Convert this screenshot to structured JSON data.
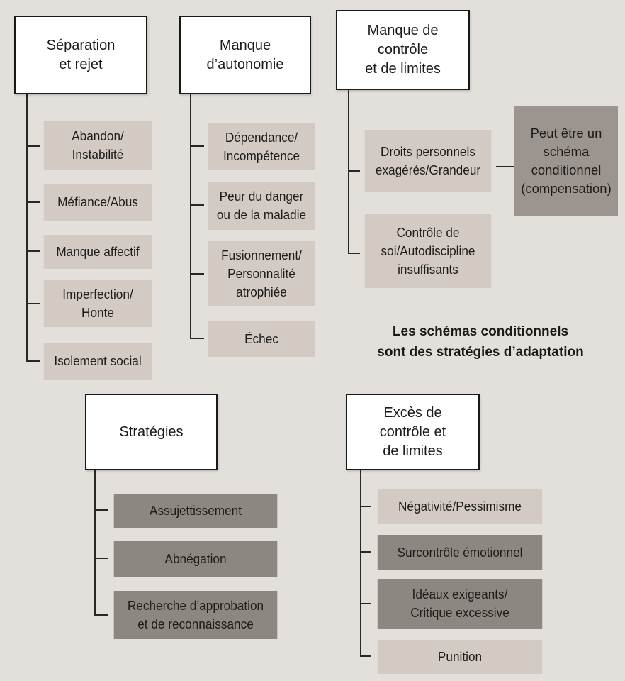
{
  "groups": [
    {
      "title": "Séparation\net rejet",
      "items": [
        {
          "label": "Abandon/\nInstabilité",
          "shade": "light"
        },
        {
          "label": "Méfiance/Abus",
          "shade": "light"
        },
        {
          "label": "Manque affectif",
          "shade": "light"
        },
        {
          "label": "Imperfection/\nHonte",
          "shade": "light"
        },
        {
          "label": "Isolement social",
          "shade": "light"
        }
      ]
    },
    {
      "title": "Manque\nd’autonomie",
      "items": [
        {
          "label": "Dépendance/\nIncompétence",
          "shade": "light"
        },
        {
          "label": "Peur du danger\nou de la maladie",
          "shade": "light"
        },
        {
          "label": "Fusionnement/\nPersonnalité\natrophiée",
          "shade": "light"
        },
        {
          "label": "Échec",
          "shade": "light"
        }
      ]
    },
    {
      "title": "Manque de\ncontrôle\net de limites",
      "items": [
        {
          "label": "Droits personnels\nexagérés/Grandeur",
          "shade": "light"
        },
        {
          "label": "Contrôle de\nsoi/Autodiscipline\ninsuffisants",
          "shade": "light"
        }
      ]
    },
    {
      "title": "Stratégies",
      "items": [
        {
          "label": "Assujettissement",
          "shade": "dark"
        },
        {
          "label": "Abnégation",
          "shade": "dark"
        },
        {
          "label": "Recherche d’approbation\net de reconnaissance",
          "shade": "dark"
        }
      ]
    },
    {
      "title": "Excès de\ncontrôle et\nde limites",
      "items": [
        {
          "label": "Négativité/Pessimisme",
          "shade": "light"
        },
        {
          "label": "Surcontrôle émotionnel",
          "shade": "dark"
        },
        {
          "label": "Idéaux exigeants/\nCritique excessive",
          "shade": "dark"
        },
        {
          "label": "Punition",
          "shade": "light"
        }
      ]
    }
  ],
  "side_note": "Peut être un\nschéma\nconditionnel\n(compensation)",
  "caption": "Les schémas conditionnels\nsont des stratégies d’adaptation",
  "colors": {
    "light_fill": "#d2cac3",
    "dark_fill": "#8d8781",
    "note_fill": "#9c958f",
    "line": "#2a2826",
    "background": "#e3e0db"
  }
}
